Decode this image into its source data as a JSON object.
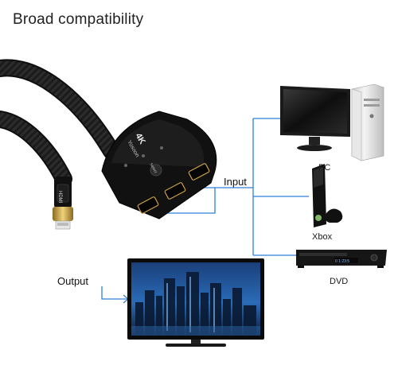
{
  "header": {
    "title": "Broad compatibility"
  },
  "labels": {
    "input": "Input",
    "output": "Output",
    "pc": "PC",
    "xbox": "Xbox",
    "dvd": "DVD"
  },
  "switch_text": {
    "brand": "Yosoon",
    "resolution": "4K",
    "select": "Select",
    "hdmi_plug": "HDMI",
    "dvd_display": "0 1:23:5"
  },
  "colors": {
    "connector_line": "#2f7fd6",
    "device_body": "#161616",
    "gold_plug": "#caa046"
  }
}
